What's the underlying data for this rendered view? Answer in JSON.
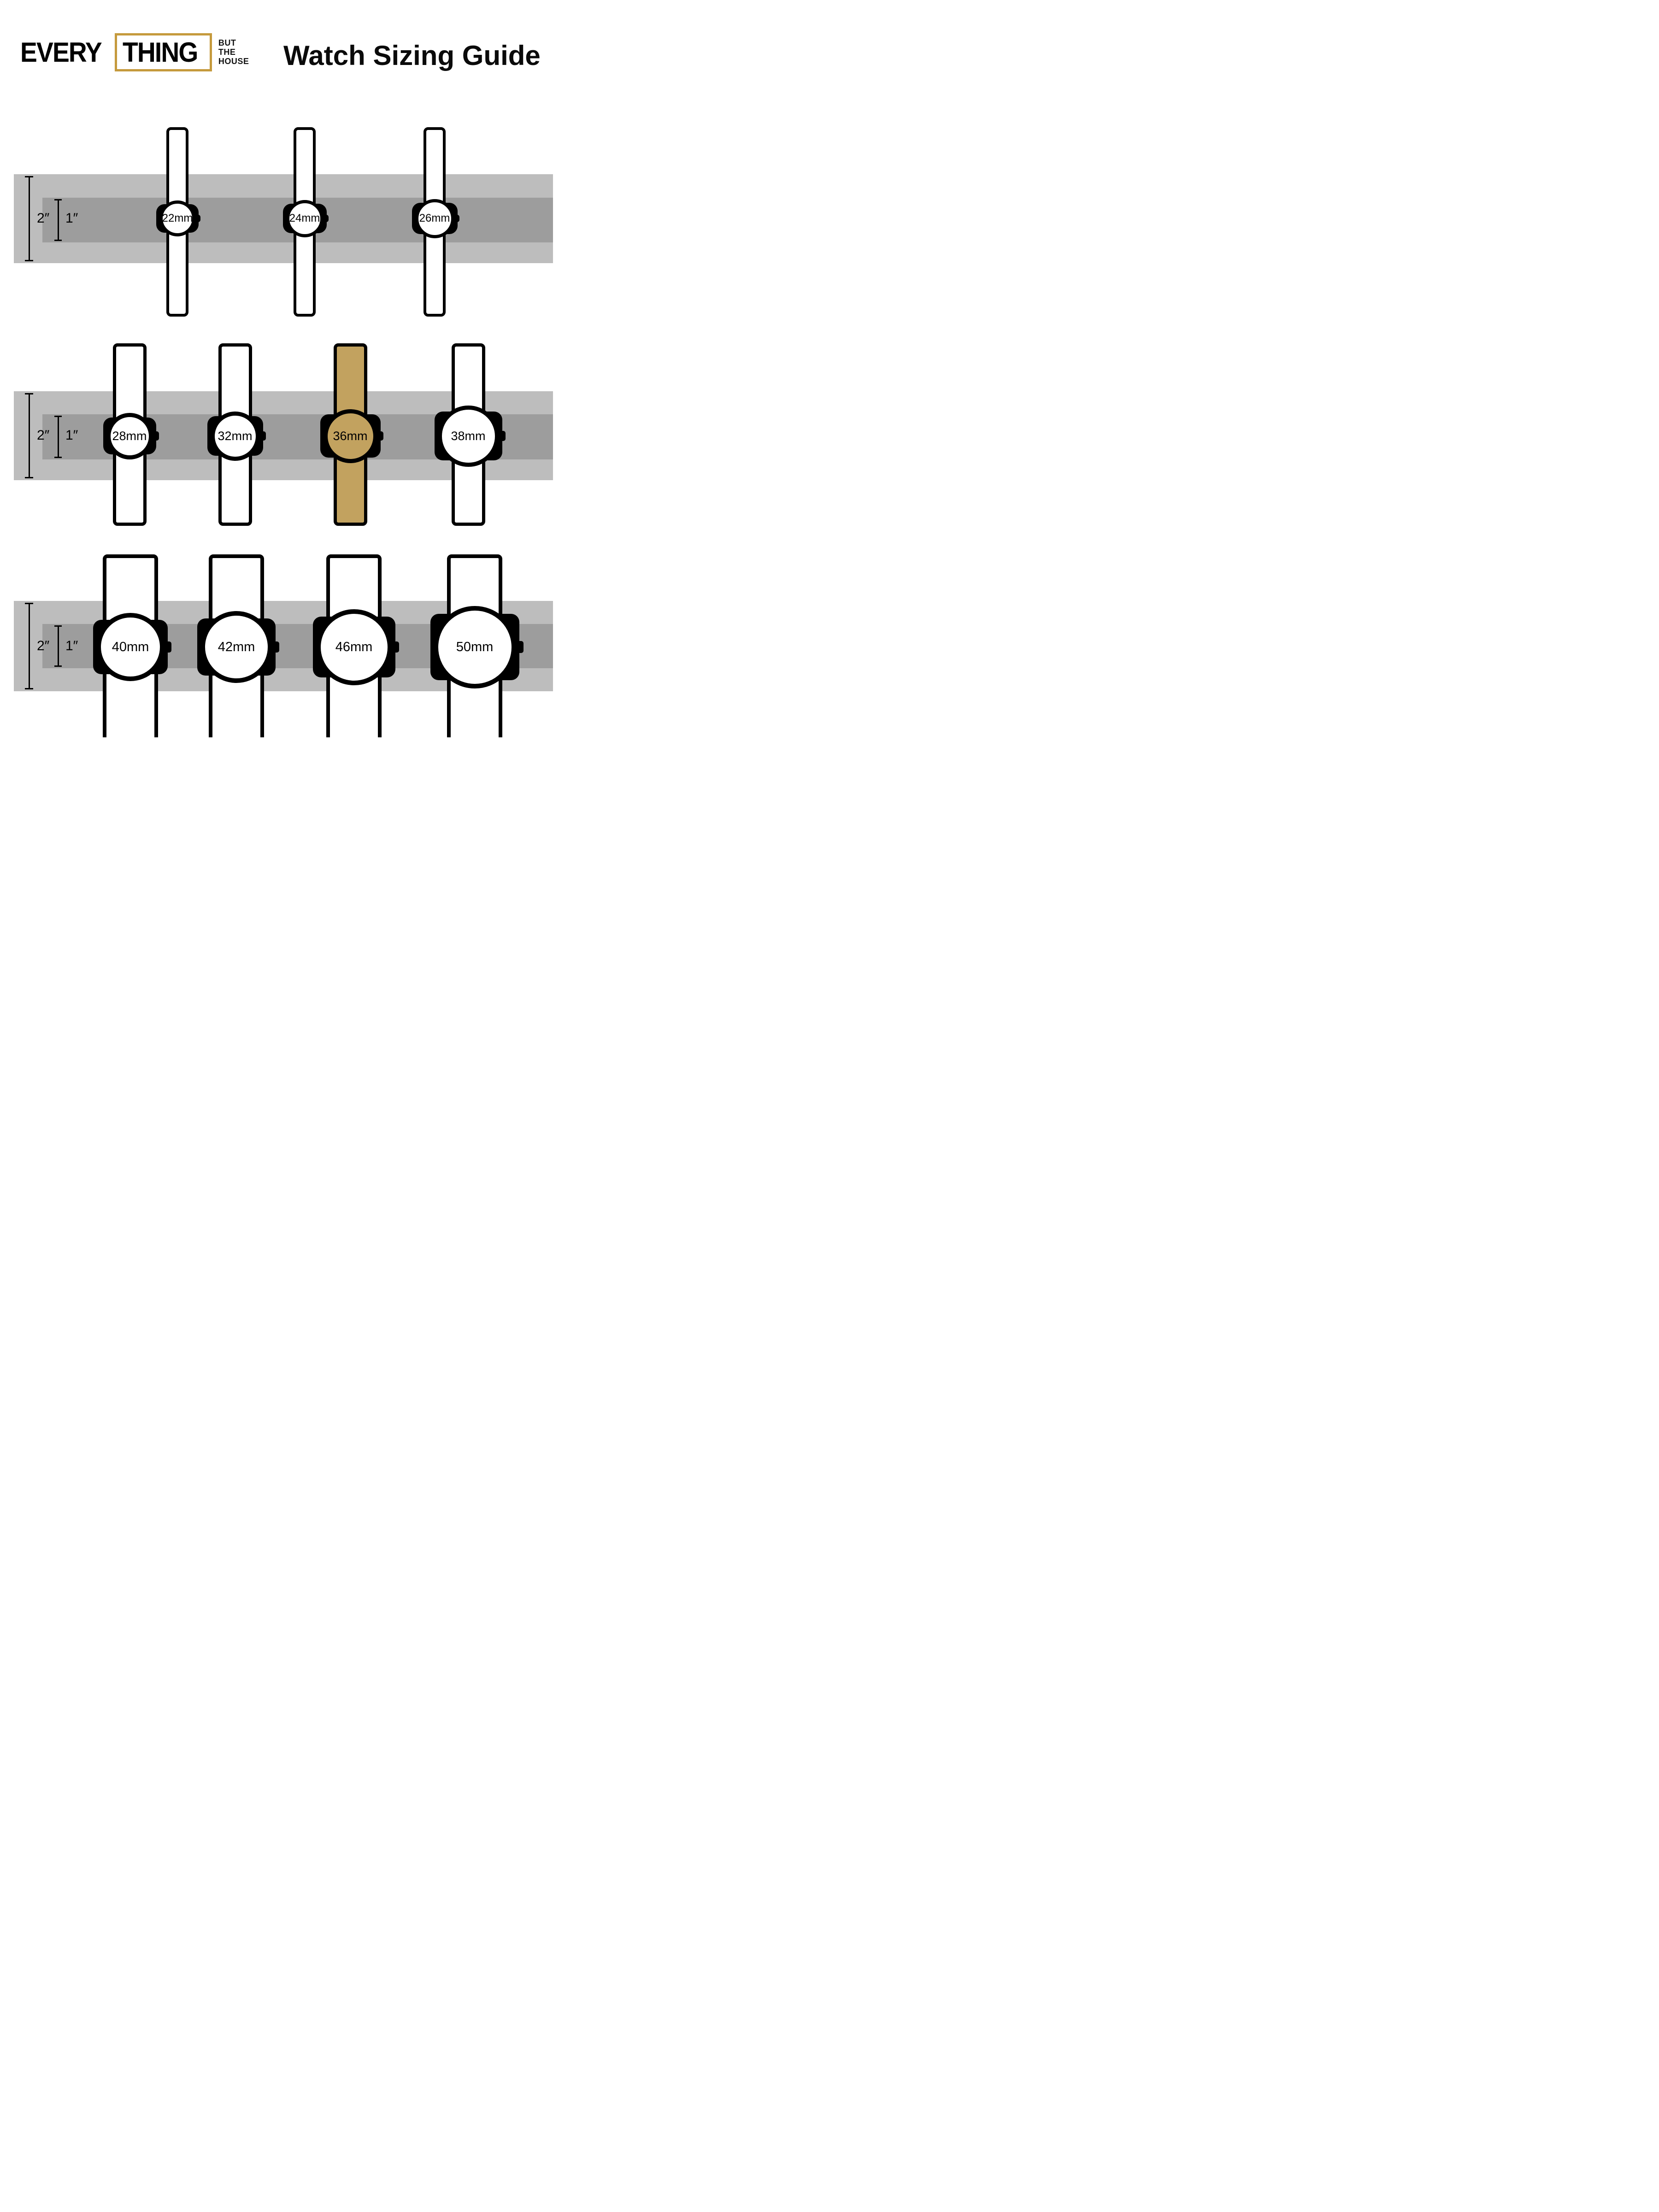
{
  "header": {
    "logo": {
      "word_every": "EVERY",
      "word_thing": "THING",
      "tagline_line1": "BUT",
      "tagline_line2": "THE",
      "tagline_line3": "HOUSE"
    },
    "title": "Watch Sizing Guide"
  },
  "rulers": {
    "outer": "2″",
    "inner": "1″"
  },
  "rows": [
    {
      "watches": [
        {
          "label": "22mm",
          "size_mm": 22,
          "highlighted": false
        },
        {
          "label": "24mm",
          "size_mm": 24,
          "highlighted": false
        },
        {
          "label": "26mm",
          "size_mm": 26,
          "highlighted": false
        }
      ]
    },
    {
      "watches": [
        {
          "label": "28mm",
          "size_mm": 28,
          "highlighted": false
        },
        {
          "label": "32mm",
          "size_mm": 32,
          "highlighted": false
        },
        {
          "label": "36mm",
          "size_mm": 36,
          "highlighted": true
        },
        {
          "label": "38mm",
          "size_mm": 38,
          "highlighted": false
        }
      ]
    },
    {
      "watches": [
        {
          "label": "40mm",
          "size_mm": 40,
          "highlighted": false
        },
        {
          "label": "42mm",
          "size_mm": 42,
          "highlighted": false
        },
        {
          "label": "46mm",
          "size_mm": 46,
          "highlighted": false
        },
        {
          "label": "50mm",
          "size_mm": 50,
          "highlighted": false
        }
      ]
    }
  ],
  "colors": {
    "highlight_gold": "#C2A25F",
    "logo_box_gold": "#C59A3D",
    "band_outer_gray": "#BDBDBD",
    "band_inner_gray": "#9D9D9D"
  }
}
